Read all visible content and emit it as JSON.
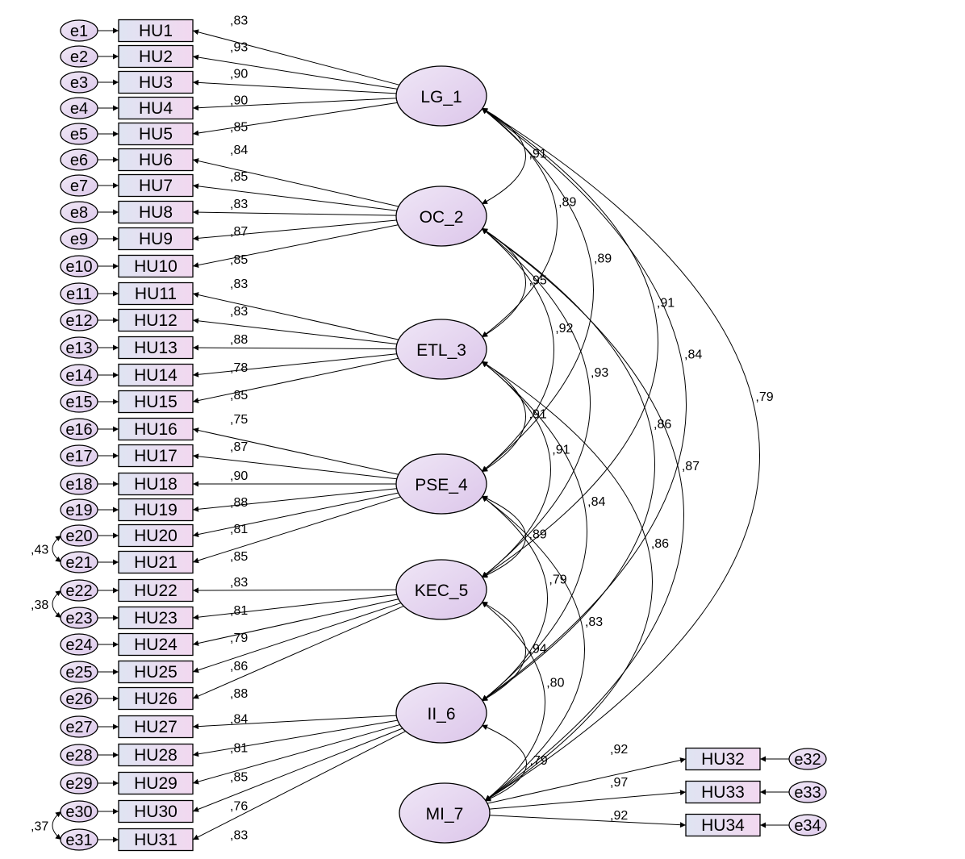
{
  "colors": {
    "box_fill_left": "#dfe4f2",
    "box_fill_right": "#f2d8f0",
    "ellipse_fill": "#e6d3f0",
    "line": "#000000"
  },
  "errors": [
    "e1",
    "e2",
    "e3",
    "e4",
    "e5",
    "e6",
    "e7",
    "e8",
    "e9",
    "e10",
    "e11",
    "e12",
    "e13",
    "e14",
    "e15",
    "e16",
    "e17",
    "e18",
    "e19",
    "e20",
    "e21",
    "e22",
    "e23",
    "e24",
    "e25",
    "e26",
    "e27",
    "e28",
    "e29",
    "e30",
    "e31",
    "e32",
    "e33",
    "e34"
  ],
  "indicators": [
    "HU1",
    "HU2",
    "HU3",
    "HU4",
    "HU5",
    "HU6",
    "HU7",
    "HU8",
    "HU9",
    "HU10",
    "HU11",
    "HU12",
    "HU13",
    "HU14",
    "HU15",
    "HU16",
    "HU17",
    "HU18",
    "HU19",
    "HU20",
    "HU21",
    "HU22",
    "HU23",
    "HU24",
    "HU25",
    "HU26",
    "HU27",
    "HU28",
    "HU29",
    "HU30",
    "HU31",
    "HU32",
    "HU33",
    "HU34"
  ],
  "factors": [
    {
      "name": "LG_1",
      "items": [
        0,
        1,
        2,
        3,
        4
      ]
    },
    {
      "name": "OC_2",
      "items": [
        5,
        6,
        7,
        8,
        9
      ]
    },
    {
      "name": "ETL_3",
      "items": [
        10,
        11,
        12,
        13,
        14
      ]
    },
    {
      "name": "PSE_4",
      "items": [
        15,
        16,
        17,
        18,
        19,
        20
      ]
    },
    {
      "name": "KEC_5",
      "items": [
        21,
        22,
        23,
        24,
        25
      ]
    },
    {
      "name": "II_6",
      "items": [
        26,
        27,
        28,
        29,
        30
      ]
    },
    {
      "name": "MI_7",
      "items": [
        31,
        32,
        33
      ]
    }
  ],
  "loadings": [
    ",83",
    ",93",
    ",90",
    ",90",
    ",85",
    ",84",
    ",85",
    ",83",
    ",87",
    ",85",
    ",83",
    ",83",
    ",88",
    ",78",
    ",85",
    ",75",
    ",87",
    ",90",
    ",88",
    ",81",
    ",85",
    ",83",
    ",81",
    ",79",
    ",86",
    ",88",
    ",84",
    ",81",
    ",85",
    ",76",
    ",83",
    ",92",
    ",97",
    ",92"
  ],
  "error_covariances": [
    {
      "a": 19,
      "b": 20,
      "value": ",43"
    },
    {
      "a": 21,
      "b": 22,
      "value": ",38"
    },
    {
      "a": 29,
      "b": 30,
      "value": ",37"
    }
  ],
  "factor_correlations": [
    {
      "a": 0,
      "b": 1,
      "value": ",91"
    },
    {
      "a": 1,
      "b": 2,
      "value": ",95"
    },
    {
      "a": 2,
      "b": 3,
      "value": ",91"
    },
    {
      "a": 3,
      "b": 4,
      "value": ",89"
    },
    {
      "a": 4,
      "b": 5,
      "value": ",94"
    },
    {
      "a": 5,
      "b": 6,
      "value": ",79"
    },
    {
      "a": 0,
      "b": 2,
      "value": ",89"
    },
    {
      "a": 0,
      "b": 3,
      "value": ",89"
    },
    {
      "a": 1,
      "b": 3,
      "value": ",92"
    },
    {
      "a": 0,
      "b": 4,
      "value": ",91"
    },
    {
      "a": 1,
      "b": 4,
      "value": ",93"
    },
    {
      "a": 2,
      "b": 4,
      "value": ",91"
    },
    {
      "a": 0,
      "b": 5,
      "value": ",84"
    },
    {
      "a": 1,
      "b": 5,
      "value": ",86"
    },
    {
      "a": 2,
      "b": 5,
      "value": ",84"
    },
    {
      "a": 3,
      "b": 5,
      "value": ",79"
    },
    {
      "a": 0,
      "b": 6,
      "value": ",79"
    },
    {
      "a": 1,
      "b": 6,
      "value": ",87"
    },
    {
      "a": 2,
      "b": 6,
      "value": ",86"
    },
    {
      "a": 3,
      "b": 6,
      "value": ",83"
    },
    {
      "a": 4,
      "b": 6,
      "value": ",80"
    }
  ]
}
